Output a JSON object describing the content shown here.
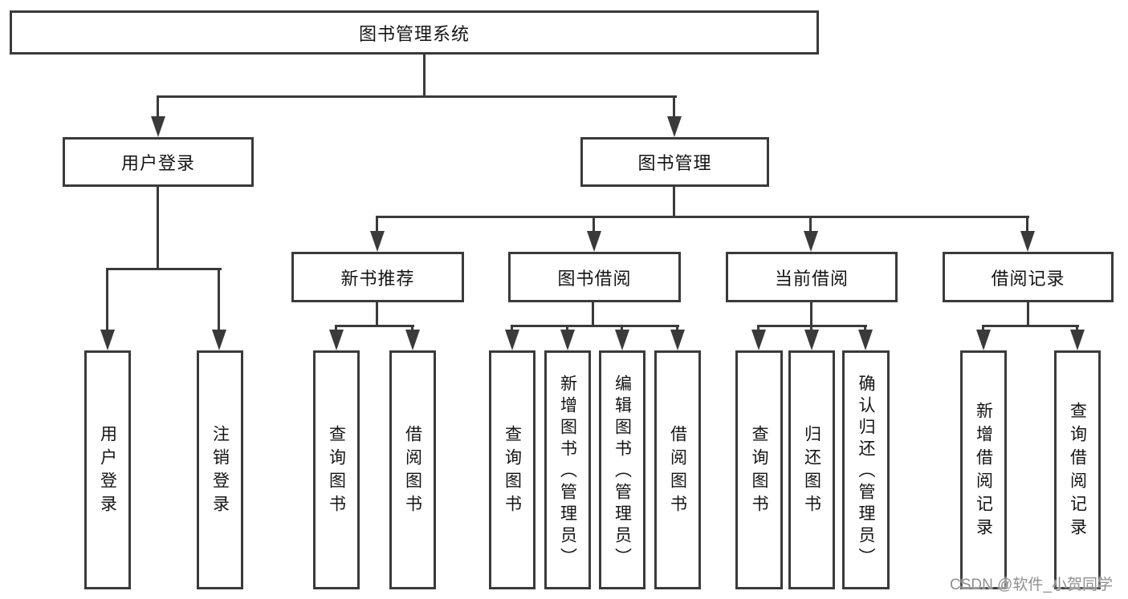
{
  "diagram": {
    "type": "hierarchy-tree",
    "root": {
      "label": "图书管理系统",
      "children": [
        {
          "label": "用户登录",
          "children": [
            {
              "label": "用户登录"
            },
            {
              "label": "注销登录"
            }
          ]
        },
        {
          "label": "图书管理",
          "children": [
            {
              "label": "新书推荐",
              "children": [
                {
                  "label": "查询图书"
                },
                {
                  "label": "借阅图书"
                }
              ]
            },
            {
              "label": "图书借阅",
              "children": [
                {
                  "label": "查询图书"
                },
                {
                  "label": "新增图书（管理员）"
                },
                {
                  "label": "编辑图书（管理员）"
                },
                {
                  "label": "借阅图书"
                }
              ]
            },
            {
              "label": "当前借阅",
              "children": [
                {
                  "label": "查询图书"
                },
                {
                  "label": "归还图书"
                },
                {
                  "label": "确认归还（管理员）"
                }
              ]
            },
            {
              "label": "借阅记录",
              "children": [
                {
                  "label": "新增借阅记录"
                },
                {
                  "label": "查询借阅记录"
                }
              ]
            }
          ]
        }
      ]
    }
  },
  "watermark": {
    "text": "CSDN @软件_小贺同学"
  },
  "colors": {
    "line": "#3a3a3a",
    "box_border": "#3a3a3a",
    "text": "#141414",
    "background": "#ffffff",
    "watermark": "#8f8f8f"
  }
}
